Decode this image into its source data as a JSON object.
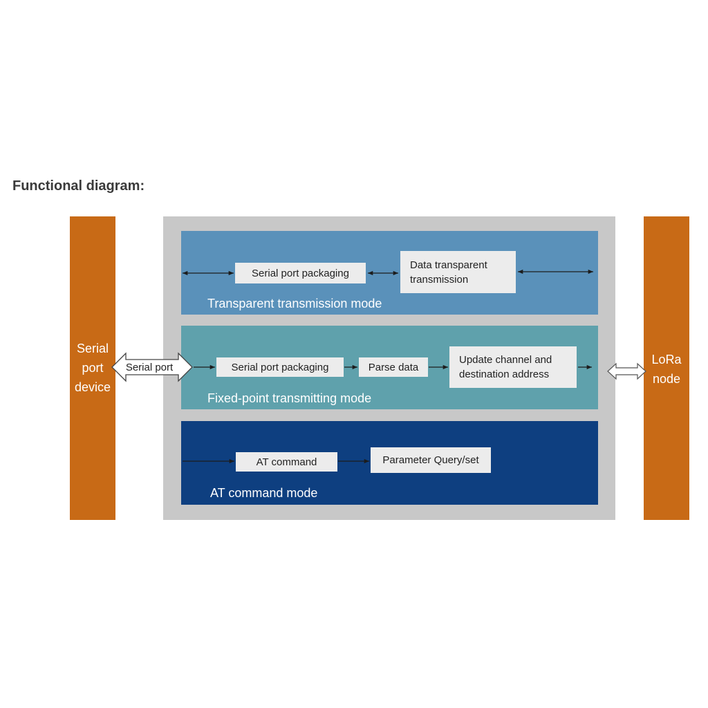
{
  "heading": "Functional diagram:",
  "left_device": {
    "lines": [
      "Serial",
      "port",
      "device"
    ]
  },
  "right_device": {
    "lines": [
      "LoRa",
      "node"
    ]
  },
  "serial_port_label": "Serial port",
  "modes": [
    {
      "title": "Transparent transmission mode",
      "color": "#5a91ba",
      "steps": [
        "Serial port packaging",
        "Data transparent transmission"
      ],
      "step2_lines": [
        "Data transparent",
        "transmission"
      ]
    },
    {
      "title": "Fixed-point transmitting mode",
      "color": "#5fa1ac",
      "steps": [
        "Serial port packaging",
        "Parse data",
        "Update channel and destination address"
      ],
      "step3_lines": [
        "Update channel and",
        "destination address"
      ]
    },
    {
      "title": "AT command mode",
      "color": "#0e3f80",
      "steps": [
        "AT command",
        "Parameter Query/set"
      ]
    }
  ],
  "colors": {
    "device_bar": "#c86a16",
    "outer_frame": "#c8c8c8",
    "step_box": "#ececec"
  }
}
